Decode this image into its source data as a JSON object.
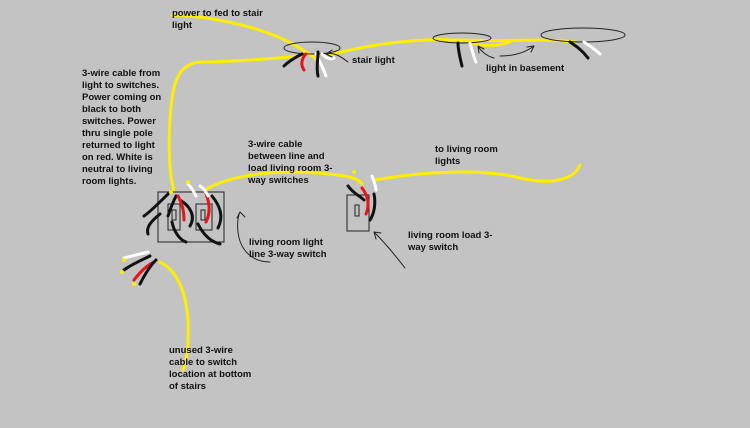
{
  "labels": {
    "power_fed": "power to fed to stair\nlight",
    "stair_light": "stair light",
    "basement_light": "light in basement",
    "three_wire_to_switches": "3-wire cable from\nlight to switches.\nPower coming on\nblack to both\nswitches.  Power\nthru single pole\nreturned to light\non red.  White is\nneutral to living\nroom lights.",
    "three_wire_between": "3-wire cable\nbetween line and\nload living room 3-\nway switches",
    "to_living_room_lights": "to living room\nlights",
    "living_room_line": "living room light\nline 3-way switch",
    "living_room_load": "living room load 3-\nway switch",
    "unused_cable": "unused 3-wire\ncable to switch\nlocation at bottom\nof stairs"
  },
  "colors": {
    "background": "#c3c3c3",
    "hot_wire": "#ffee00",
    "black_wire": "#111111",
    "red_wire": "#e8141a",
    "white_wire": "#ffffff",
    "outline": "#222222",
    "switch_plate": "#c3c3c3"
  }
}
